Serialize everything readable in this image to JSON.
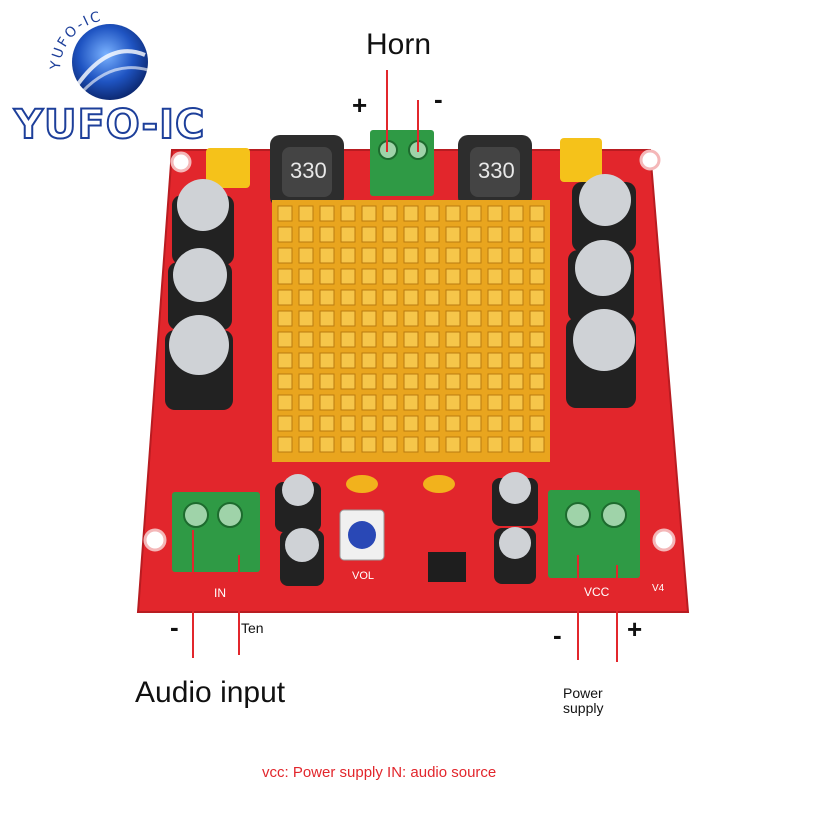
{
  "logo": {
    "brand": "YUFO-IC",
    "arc_text": "YUFO-IC"
  },
  "board": {
    "inductor_marking": "330",
    "silk": {
      "in": "IN",
      "vcc": "VCC",
      "vol": "VOL",
      "version": "V4"
    }
  },
  "labels": {
    "horn": "Horn",
    "horn_plus": "+",
    "horn_minus": "-",
    "audio_minus": "-",
    "ten": "Ten",
    "audio_input": "Audio input",
    "power_minus": "-",
    "power_plus": "+",
    "power_supply": "Power\nsupply"
  },
  "footer": "vcc: Power supply IN: audio source",
  "colors": {
    "pcb": "#e2262c",
    "heatsink": "#e9a51e",
    "terminal": "#2f9a45",
    "logo_blue": "#1d3f9a"
  }
}
